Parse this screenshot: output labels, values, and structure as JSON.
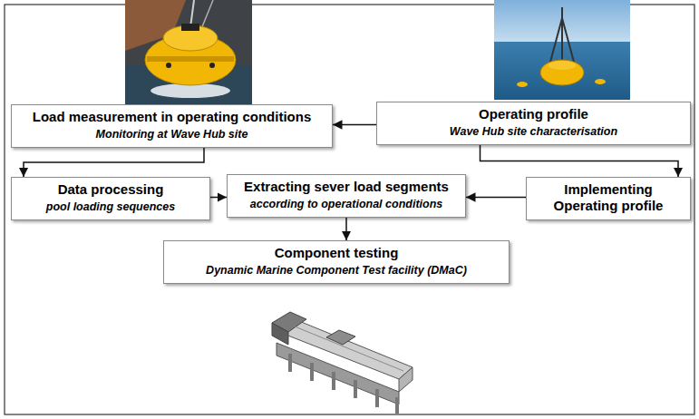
{
  "diagram": {
    "nodes": [
      {
        "text": [
          "Load measurement in operating conditions",
          "Monitoring at Wave Hub site"
        ]
      },
      {
        "text": [
          "Operating profile",
          "Wave Hub site characterisation"
        ]
      },
      {
        "text": [
          "Data processing",
          "pool loading sequences"
        ]
      },
      {
        "text": [
          "Extracting sever load segments",
          "according to operational conditions"
        ]
      },
      {
        "text": [
          "Implementing Operating profile"
        ]
      },
      {
        "text": [
          "Component testing",
          "Dynamic Marine Component Test facility (DMaC)"
        ]
      }
    ],
    "edges": [
      {
        "from": 1,
        "to": 0,
        "arrow": "to"
      },
      {
        "from": 0,
        "to": 2,
        "arrow": "to"
      },
      {
        "from": 1,
        "to": 4,
        "arrow": "to"
      },
      {
        "from": 2,
        "to": 3,
        "arrow": "to"
      },
      {
        "from": 4,
        "to": 3,
        "arrow": "to"
      },
      {
        "from": 3,
        "to": 5,
        "arrow": "to"
      }
    ]
  }
}
